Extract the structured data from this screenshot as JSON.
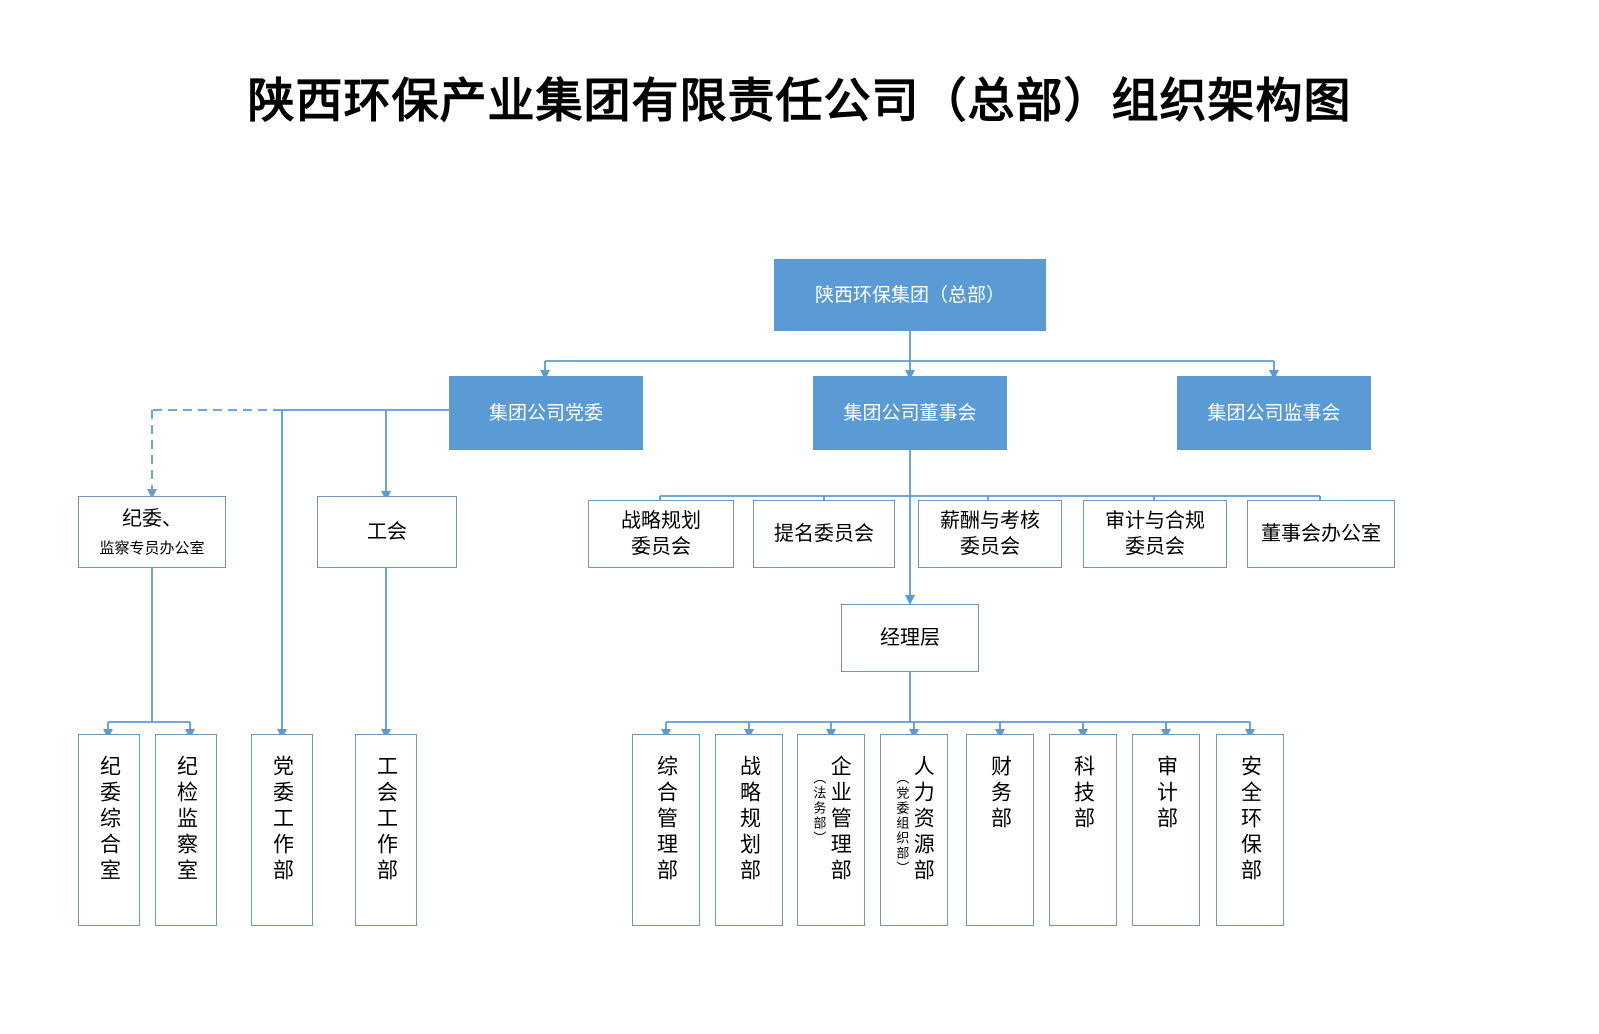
{
  "title": "陕西环保产业集团有限责任公司（总部）组织架构图",
  "colors": {
    "accent_fill": "#5B9BD5",
    "box_border": "#7096b8",
    "connector": "#5B9BD5",
    "text_dark": "#000000",
    "text_light": "#FFFFFF",
    "background": "#FFFFFF"
  },
  "nodes": {
    "root": {
      "label": "陕西环保集团（总部）"
    },
    "party_committee": {
      "label": "集团公司党委"
    },
    "board_of_directors": {
      "label": "集团公司董事会"
    },
    "board_of_supervisors": {
      "label": "集团公司监事会"
    },
    "discipline_office": {
      "line1": "纪委、",
      "line2": "监察专员办公室"
    },
    "labor_union": {
      "label": "工会"
    },
    "strategy_committee": {
      "label": "战略规划\n委员会"
    },
    "nomination_committee": {
      "label": "提名委员会"
    },
    "compensation_committee": {
      "label": "薪酬与考核\n委员会"
    },
    "audit_compliance_committee": {
      "label": "审计与合规\n委员会"
    },
    "board_office": {
      "label": "董事会办公室"
    },
    "management_layer": {
      "label": "经理层"
    },
    "discipline_general_office": {
      "label": "纪委综合室"
    },
    "discipline_inspection_office": {
      "label": "纪检监察室"
    },
    "party_work_dept": {
      "label": "党委工作部"
    },
    "union_work_dept": {
      "label": "工会工作部"
    },
    "general_management_dept": {
      "label": "综合管理部"
    },
    "strategic_planning_dept": {
      "label": "战略规划部"
    },
    "enterprise_management_dept": {
      "label": "企业管理部",
      "sub": "（法务部）"
    },
    "human_resources_dept": {
      "label": "人力资源部",
      "sub": "（党委组织部）"
    },
    "finance_dept": {
      "label": "财务部"
    },
    "technology_dept": {
      "label": "科技部"
    },
    "audit_dept": {
      "label": "审计部"
    },
    "safety_environment_dept": {
      "label": "安全环保部"
    }
  },
  "chart_data": {
    "type": "diagram",
    "diagram_kind": "organization-chart",
    "title": "陕西环保产业集团有限责任公司（总部）组织架构图",
    "levels": [
      {
        "level": 0,
        "nodes": [
          "陕西环保集团（总部）"
        ]
      },
      {
        "level": 1,
        "nodes": [
          "集团公司党委",
          "集团公司董事会",
          "集团公司监事会"
        ]
      },
      {
        "level": 2,
        "nodes": [
          "纪委、监察专员办公室",
          "工会",
          "战略规划委员会",
          "提名委员会",
          "薪酬与考核委员会",
          "审计与合规委员会",
          "董事会办公室"
        ]
      },
      {
        "level": 3,
        "nodes": [
          "经理层"
        ]
      },
      {
        "level": 4,
        "nodes": [
          "纪委综合室",
          "纪检监察室",
          "党委工作部",
          "工会工作部",
          "综合管理部",
          "战略规划部",
          "企业管理部（法务部）",
          "人力资源部（党委组织部）",
          "财务部",
          "科技部",
          "审计部",
          "安全环保部"
        ]
      }
    ],
    "edges": [
      {
        "from": "陕西环保集团（总部）",
        "to": "集团公司党委",
        "style": "solid"
      },
      {
        "from": "陕西环保集团（总部）",
        "to": "集团公司董事会",
        "style": "solid"
      },
      {
        "from": "陕西环保集团（总部）",
        "to": "集团公司监事会",
        "style": "solid"
      },
      {
        "from": "集团公司党委",
        "to": "纪委、监察专员办公室",
        "style": "dashed"
      },
      {
        "from": "集团公司党委",
        "to": "工会",
        "style": "solid"
      },
      {
        "from": "集团公司党委",
        "to": "党委工作部",
        "style": "solid"
      },
      {
        "from": "集团公司党委",
        "to": "工会工作部",
        "style": "solid"
      },
      {
        "from": "纪委、监察专员办公室",
        "to": "纪委综合室",
        "style": "solid"
      },
      {
        "from": "纪委、监察专员办公室",
        "to": "纪检监察室",
        "style": "solid"
      },
      {
        "from": "工会",
        "to": "工会工作部",
        "style": "solid"
      },
      {
        "from": "集团公司董事会",
        "to": "战略规划委员会",
        "style": "solid"
      },
      {
        "from": "集团公司董事会",
        "to": "提名委员会",
        "style": "solid"
      },
      {
        "from": "集团公司董事会",
        "to": "薪酬与考核委员会",
        "style": "solid"
      },
      {
        "from": "集团公司董事会",
        "to": "审计与合规委员会",
        "style": "solid"
      },
      {
        "from": "集团公司董事会",
        "to": "董事会办公室",
        "style": "solid"
      },
      {
        "from": "集团公司董事会",
        "to": "经理层",
        "style": "solid"
      },
      {
        "from": "经理层",
        "to": "综合管理部",
        "style": "solid"
      },
      {
        "from": "经理层",
        "to": "战略规划部",
        "style": "solid"
      },
      {
        "from": "经理层",
        "to": "企业管理部（法务部）",
        "style": "solid"
      },
      {
        "from": "经理层",
        "to": "人力资源部（党委组织部）",
        "style": "solid"
      },
      {
        "from": "经理层",
        "to": "财务部",
        "style": "solid"
      },
      {
        "from": "经理层",
        "to": "科技部",
        "style": "solid"
      },
      {
        "from": "经理层",
        "to": "审计部",
        "style": "solid"
      },
      {
        "from": "经理层",
        "to": "安全环保部",
        "style": "solid"
      }
    ]
  }
}
